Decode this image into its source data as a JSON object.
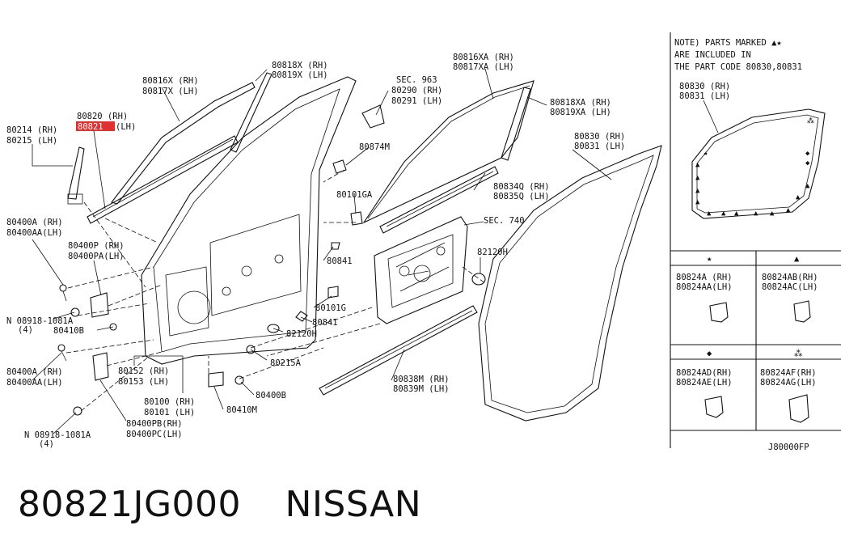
{
  "labels": {
    "l80816x": [
      "80816X (RH)",
      "80817X (LH)"
    ],
    "l80818x": [
      "80818X (RH)",
      "80819X (LH)"
    ],
    "l80820": [
      "80820 (RH)",
      "80821",
      "(LH)"
    ],
    "l80214": [
      "80214 (RH)",
      "80215 (LH)"
    ],
    "lsec963": [
      "SEC. 963",
      "80290 (RH)",
      "80291 (LH)"
    ],
    "l80816xa": [
      "80816XA (RH)",
      "80817XA (LH)"
    ],
    "l80818xa": [
      "80818XA (RH)",
      "80819XA (LH)"
    ],
    "l80874m": "80874M",
    "l80101ga": "80101GA",
    "l80834q": [
      "80834Q (RH)",
      "80835Q (LH)"
    ],
    "lsec740": "SEC. 740",
    "l80830": [
      "80830 (RH)",
      "80831 (LH)"
    ],
    "l80400a_top": [
      "80400A (RH)",
      "80400AA(LH)"
    ],
    "l80400p": [
      "80400P (RH)",
      "80400PA(LH)"
    ],
    "l80841a": "80841",
    "l82120h_r": "82120H",
    "l08918_top": [
      "N 08918-1081A",
      "(4)"
    ],
    "l80410b": "80410B",
    "l80101g": "80101G",
    "l80841b": "80841",
    "l82120h_b": "82120H",
    "l80215a": "80215A",
    "l80400a_bot": [
      "80400A (RH)",
      "80400AA(LH)"
    ],
    "l80152": [
      "80152 (RH)",
      "80153 (LH)"
    ],
    "l80100": [
      "80100 (RH)",
      "80101 (LH)"
    ],
    "l80400b": "80400B",
    "l80410m": "80410M",
    "l80400pb": [
      "80400PB(RH)",
      "80400PC(LH)"
    ],
    "l08918_bot": [
      "N 08918-1081A",
      "(4)"
    ],
    "l80838m": [
      "80838M (RH)",
      "80839M (LH)"
    ]
  },
  "note": {
    "lines": [
      "NOTE) PARTS MARKED ▲★",
      "ARE INCLUDED IN",
      "THE PART CODE 80830,80831"
    ],
    "inset_label": [
      "80830 (RH)",
      "80831 (LH)"
    ]
  },
  "cells": [
    {
      "symbol": "★",
      "lines": [
        "80824A  (RH)",
        "80824AA(LH)"
      ]
    },
    {
      "symbol": "▲",
      "lines": [
        "80824AB(RH)",
        "80824AC(LH)"
      ]
    },
    {
      "symbol": "◆",
      "lines": [
        "80824AD(RH)",
        "80824AE(LH)"
      ]
    },
    {
      "symbol": "⁂",
      "lines": [
        "80824AF(RH)",
        "80824AG(LH)"
      ]
    }
  ],
  "diagram_code": "J80000FP",
  "footer": {
    "part_number": "80821JG000",
    "brand": "NISSAN"
  }
}
